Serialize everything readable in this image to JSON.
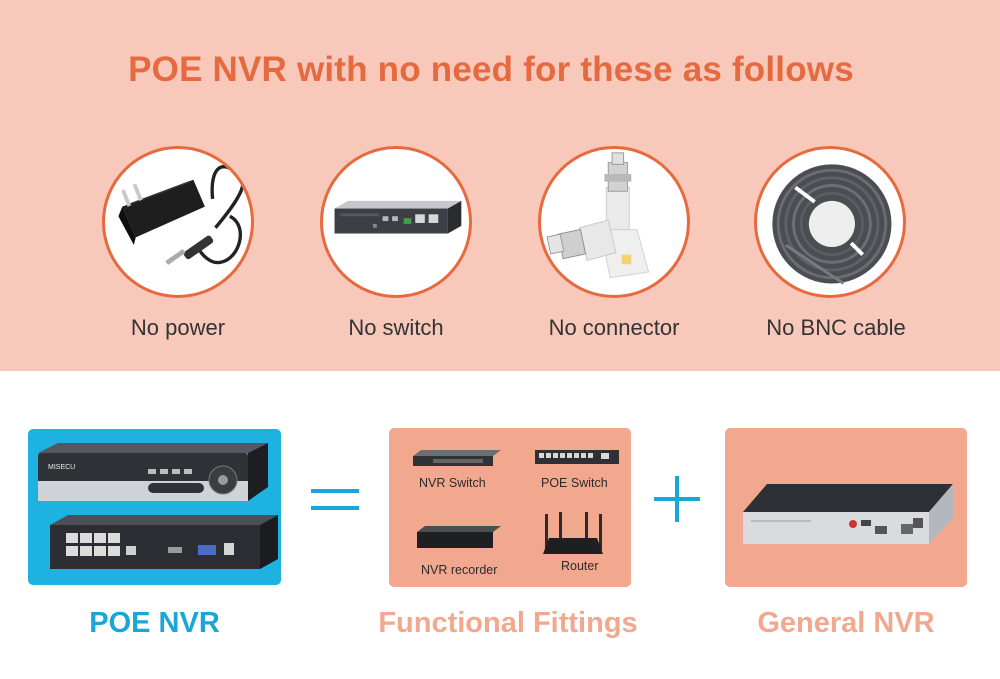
{
  "headline": "POE NVR with no need for these as follows",
  "items": [
    {
      "label": "No power",
      "icon": "power-adapter-icon"
    },
    {
      "label": "No switch",
      "icon": "switch-device-icon"
    },
    {
      "label": "No connector",
      "icon": "bnc-connector-icon"
    },
    {
      "label": "No BNC cable",
      "icon": "cable-coil-icon"
    }
  ],
  "equation": {
    "left_caption": "POE NVR",
    "middle_caption": "Functional Fittings",
    "right_caption": "General NVR",
    "brand": "MISECU",
    "equals_symbol": "equals-icon",
    "plus_symbol": "plus-icon"
  },
  "fittings": {
    "nvr_switch": "NVR Switch",
    "poe_switch": "POE Switch",
    "nvr_recorder": "NVR recorder",
    "router": "Router"
  },
  "colors": {
    "band": "#f8c9bb",
    "accent_orange": "#e56a3f",
    "blue": "#1eb2e0",
    "pink_panel": "#f2a88f"
  }
}
